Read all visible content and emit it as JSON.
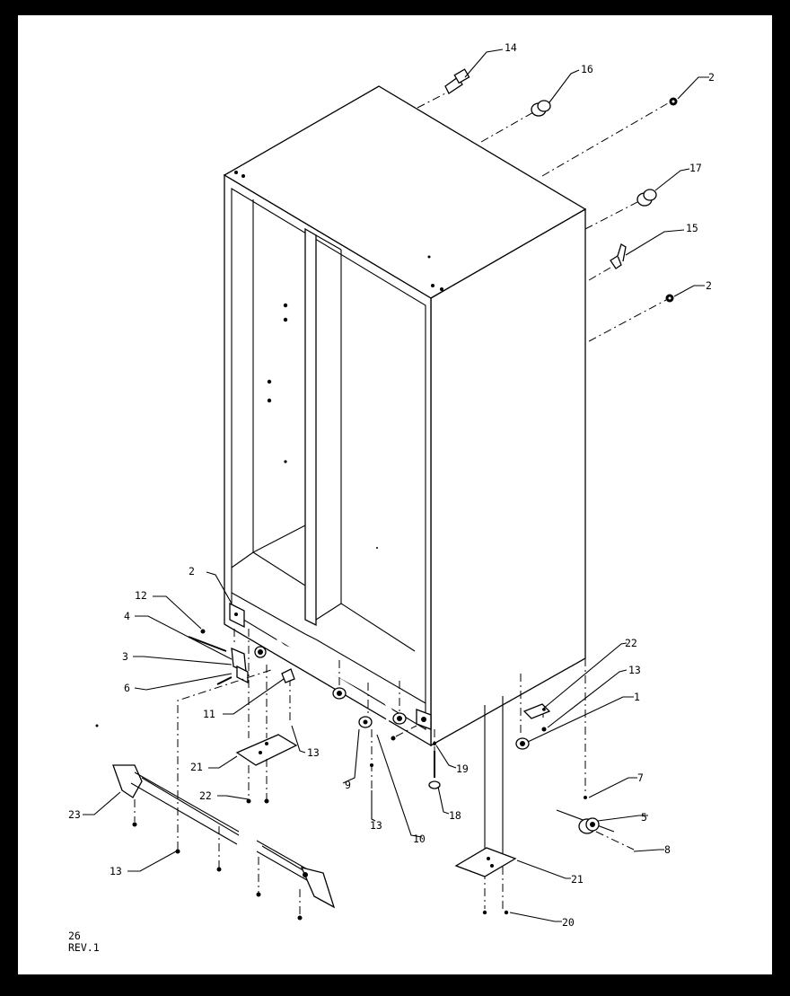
{
  "labels": {
    "p1": "1",
    "p2a": "2",
    "p2b": "2",
    "p2c": "2",
    "p3": "3",
    "p4": "4",
    "p5": "5",
    "p6": "6",
    "p7": "7",
    "p8": "8",
    "p9": "9",
    "p10": "10",
    "p11": "11",
    "p12": "12",
    "p13a": "13",
    "p13b": "13",
    "p13c": "13",
    "p13d": "13",
    "p14": "14",
    "p15": "15",
    "p16": "16",
    "p17": "17",
    "p18": "18",
    "p19": "19",
    "p20": "20",
    "p21a": "21",
    "p21b": "21",
    "p22a": "22",
    "p22b": "22",
    "p23": "23"
  },
  "footer": {
    "page": "26",
    "revision": "REV.1"
  }
}
